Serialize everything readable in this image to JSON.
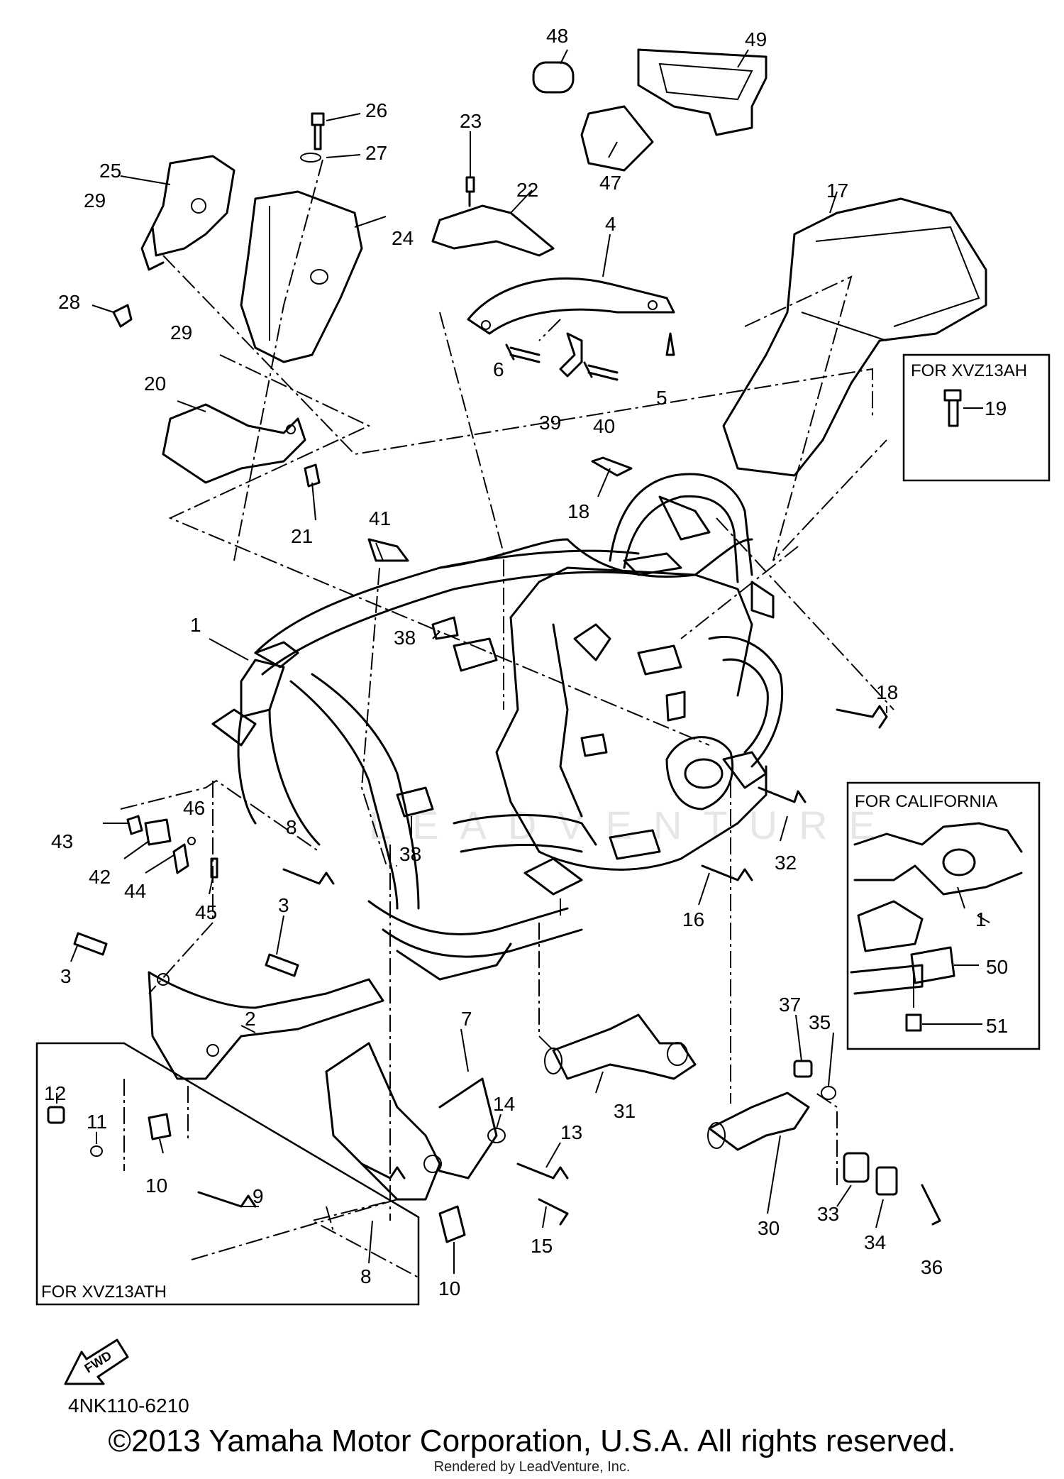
{
  "parts": [
    {
      "num": "1"
    },
    {
      "num": "1"
    },
    {
      "num": "2"
    },
    {
      "num": "3"
    },
    {
      "num": "3"
    },
    {
      "num": "4"
    },
    {
      "num": "5"
    },
    {
      "num": "6"
    },
    {
      "num": "7"
    },
    {
      "num": "8"
    },
    {
      "num": "8"
    },
    {
      "num": "9"
    },
    {
      "num": "10"
    },
    {
      "num": "10"
    },
    {
      "num": "11"
    },
    {
      "num": "12"
    },
    {
      "num": "13"
    },
    {
      "num": "14"
    },
    {
      "num": "15"
    },
    {
      "num": "16"
    },
    {
      "num": "17"
    },
    {
      "num": "18"
    },
    {
      "num": "18"
    },
    {
      "num": "19"
    },
    {
      "num": "20"
    },
    {
      "num": "21"
    },
    {
      "num": "22"
    },
    {
      "num": "23"
    },
    {
      "num": "24"
    },
    {
      "num": "25"
    },
    {
      "num": "26"
    },
    {
      "num": "27"
    },
    {
      "num": "28"
    },
    {
      "num": "29"
    },
    {
      "num": "29"
    },
    {
      "num": "30"
    },
    {
      "num": "31"
    },
    {
      "num": "32"
    },
    {
      "num": "33"
    },
    {
      "num": "34"
    },
    {
      "num": "35"
    },
    {
      "num": "36"
    },
    {
      "num": "37"
    },
    {
      "num": "38"
    },
    {
      "num": "38"
    },
    {
      "num": "39"
    },
    {
      "num": "40"
    },
    {
      "num": "41"
    },
    {
      "num": "42"
    },
    {
      "num": "43"
    },
    {
      "num": "44"
    },
    {
      "num": "45"
    },
    {
      "num": "46"
    },
    {
      "num": "47"
    },
    {
      "num": "48"
    },
    {
      "num": "49"
    },
    {
      "num": "50"
    },
    {
      "num": "51"
    }
  ],
  "boxes": {
    "xvz13ah": "FOR XVZ13AH",
    "california": "FOR CALIFORNIA",
    "xvz13ath": "FOR XVZ13ATH"
  },
  "fwd_label": "FWD",
  "diagram_code": "4NK110-6210",
  "watermark": "LEADVENTURE",
  "copyright": "©2013 Yamaha Motor Corporation, U.S.A. All rights reserved.",
  "rendered_by": "Rendered by LeadVenture, Inc."
}
